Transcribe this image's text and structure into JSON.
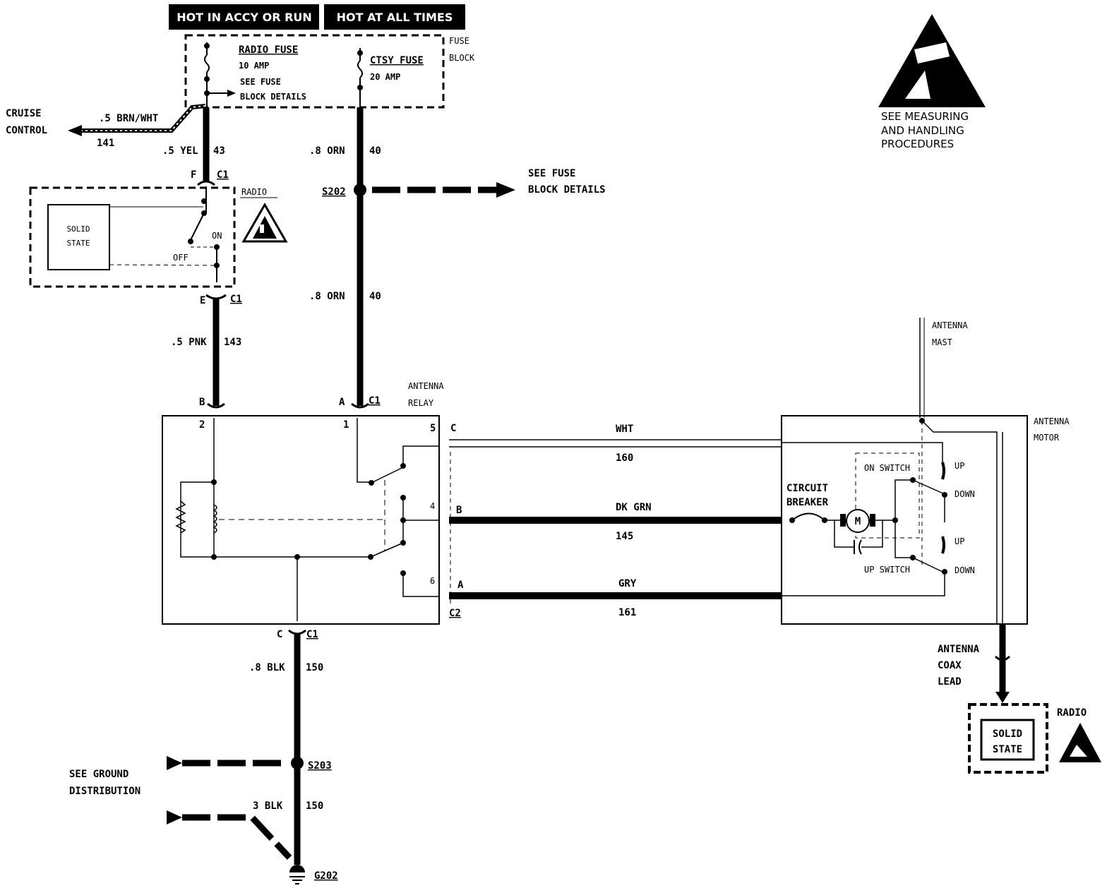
{
  "headers": {
    "hot_accy_run": "HOT IN ACCY OR RUN",
    "hot_all_times": "HOT AT ALL TIMES"
  },
  "fuse_block": {
    "label_line1": "FUSE",
    "label_line2": "BLOCK",
    "radio_fuse": "RADIO FUSE",
    "radio_fuse_amp": "10 AMP",
    "see_fuse_line1": "SEE FUSE",
    "see_fuse_line2": "BLOCK DETAILS",
    "ctsy_fuse": "CTSY FUSE",
    "ctsy_fuse_amp": "20 AMP"
  },
  "esd_notice": {
    "line1": "SEE MEASURING",
    "line2": "AND HANDLING",
    "line3": "PROCEDURES"
  },
  "cruise": {
    "line1": "CRUISE",
    "line2": "CONTROL",
    "wire": ".5 BRN/WHT",
    "circuit": "141"
  },
  "wires": {
    "yel": ".5 YEL",
    "yel_circuit": "43",
    "orn_top": ".8 ORN",
    "orn_top_circuit": "40",
    "orn_bottom": ".8 ORN",
    "orn_bottom_circuit": "40",
    "pnk": ".5 PNK",
    "pnk_circuit": "143",
    "blk": ".8 BLK",
    "blk_circuit": "150",
    "blk3": "3 BLK",
    "blk3_circuit": "150",
    "wht": "WHT",
    "wht_circuit": "160",
    "dkgrn": "DK GRN",
    "dkgrn_circuit": "145",
    "gry": "GRY",
    "gry_circuit": "161"
  },
  "splices": {
    "s202": "S202",
    "s203": "S203",
    "g202": "G202"
  },
  "see_fuse_right": {
    "line1": "SEE FUSE",
    "line2": "BLOCK DETAILS"
  },
  "radio": {
    "label": "RADIO",
    "solid_line1": "SOLID",
    "solid_line2": "STATE",
    "on": "ON",
    "off": "OFF"
  },
  "connectors": {
    "f": "F",
    "e": "E",
    "b": "B",
    "a": "A",
    "c": "C",
    "c1": "C1",
    "c2": "C2",
    "b8": "B",
    "a_c2": "A"
  },
  "relay": {
    "line1": "ANTENNA",
    "line2": "RELAY",
    "pin1": "1",
    "pin2": "2",
    "pin5": "5",
    "pin4": "4",
    "pin6": "6"
  },
  "motor": {
    "mast_line1": "ANTENNA",
    "mast_line2": "MAST",
    "label_line1": "ANTENNA",
    "label_line2": "MOTOR",
    "circuit_line1": "CIRCUIT",
    "circuit_line2": "BREAKER",
    "on_switch": "ON SWITCH",
    "up_switch": "UP SWITCH",
    "up1": "UP",
    "down1": "DOWN",
    "up2": "UP",
    "down2": "DOWN",
    "m": "M"
  },
  "coax": {
    "line1": "ANTENNA",
    "line2": "COAX",
    "line3": "LEAD"
  },
  "radio2": {
    "label": "RADIO",
    "solid_line1": "SOLID",
    "solid_line2": "STATE"
  },
  "ground": {
    "line1": "SEE GROUND",
    "line2": "DISTRIBUTION"
  }
}
